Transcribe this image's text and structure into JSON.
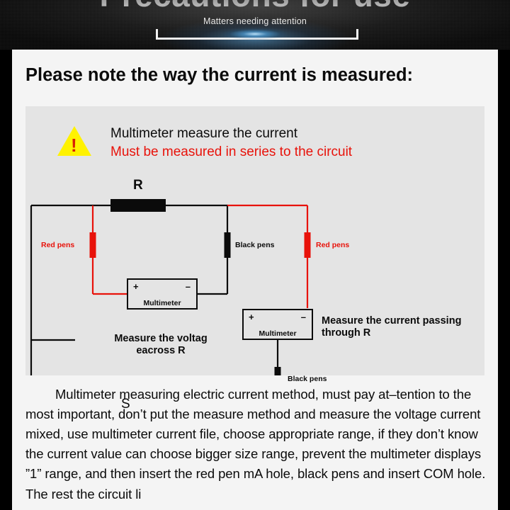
{
  "banner": {
    "title": "Precautions for use",
    "subtitle": "Matters needing attention",
    "glow_color": "#5aaae6"
  },
  "page": {
    "heading": "Please note the way the current is measured:"
  },
  "warning": {
    "icon": "warning-triangle-icon",
    "line1": "Multimeter measure the current",
    "line2": "Must be measured in series to the circuit",
    "line1_color": "#0b0b0b",
    "line2_color": "#e8120a",
    "triangle_color": "#fff200",
    "bang_color": "#d81e05",
    "bang": "!"
  },
  "diagram": {
    "resistor_label": "R",
    "switch_label": "S",
    "red_pens_left": "Red pens",
    "black_pens_mid": "Black pens",
    "red_pens_right": "Red pens",
    "black_pens_bottom": "Black pens",
    "multimeter_left": {
      "plus": "+",
      "minus": "–",
      "name": "Multimeter"
    },
    "multimeter_right": {
      "plus": "+",
      "minus": "–",
      "name": "Multimeter"
    },
    "caption_left": "Measure the voltag\neacross R",
    "caption_right": "Measure the current\npassing through R",
    "wire_red": "#e8120a",
    "wire_black": "#0b0b0b"
  },
  "body": {
    "paragraph": "Multimeter measuring electric current method, must pay at–tention to the most important, don’t put the measure method and measure the voltage current mixed, use multimeter current file, choose appropriate range, if they don’t know the current value can choose bigger size range, prevent the multimeter displays ”1” range, and then insert the red pen mA hole, black pens and insert COM hole. The rest the circuit li"
  }
}
